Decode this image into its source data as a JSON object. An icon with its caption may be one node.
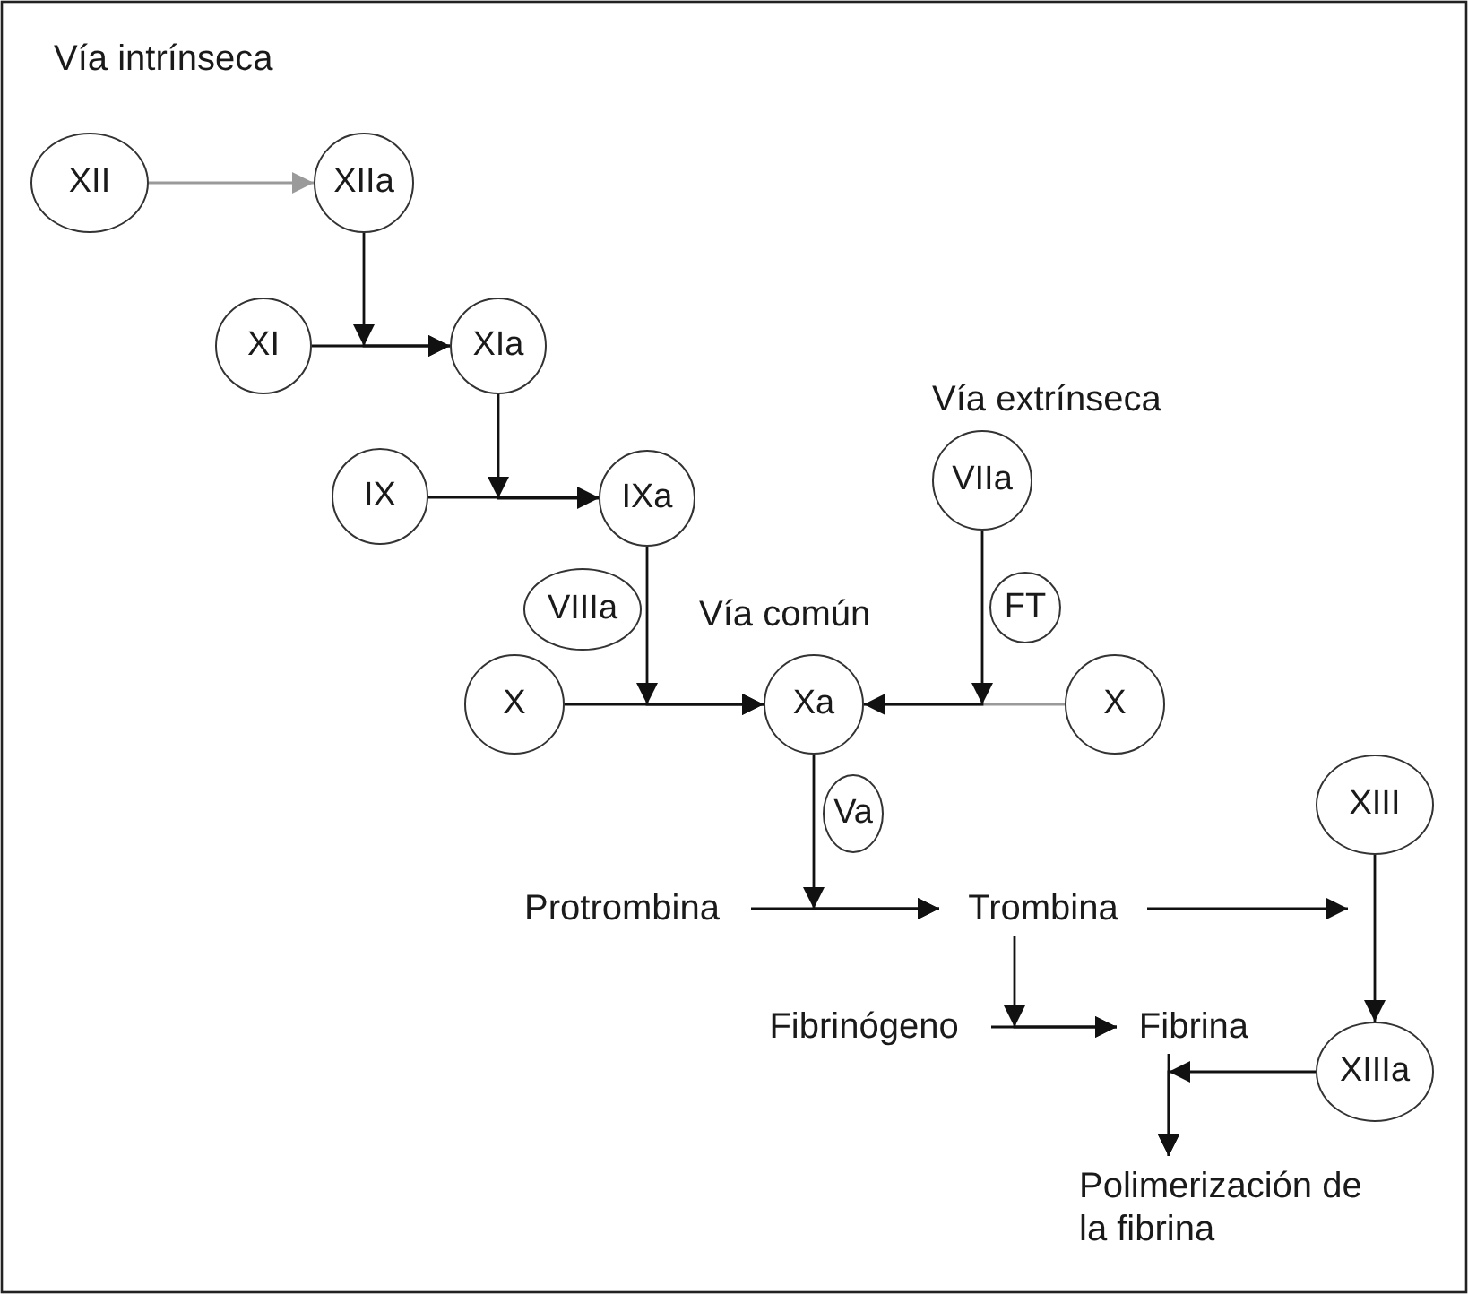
{
  "diagram": {
    "nodes": [
      {
        "text": [
          "XII"
        ]
      },
      {
        "text": [
          "XIIa"
        ]
      },
      {
        "text": [
          "XI"
        ]
      },
      {
        "text": [
          "XIa"
        ]
      },
      {
        "text": [
          "IX"
        ]
      },
      {
        "text": [
          "IXa"
        ]
      },
      {
        "text": [
          "VIIa"
        ]
      },
      {
        "text": [
          "VIIIa"
        ]
      },
      {
        "text": [
          "FT"
        ]
      },
      {
        "text": [
          "X"
        ]
      },
      {
        "text": [
          "Xa"
        ]
      },
      {
        "text": [
          "X"
        ]
      },
      {
        "text": [
          "Va"
        ]
      },
      {
        "text": [
          "Protrombina"
        ]
      },
      {
        "text": [
          "Trombina"
        ]
      },
      {
        "text": [
          "XIII"
        ]
      },
      {
        "text": [
          "Fibrinógeno"
        ]
      },
      {
        "text": [
          "Fibrina"
        ]
      },
      {
        "text": [
          "XIIIa"
        ]
      },
      {
        "text": [
          "Polimerización de la fibrina"
        ]
      }
    ],
    "edges": [
      {
        "from": 0,
        "to": 1,
        "arrow": "to",
        "color": "#9a9a9a"
      },
      {
        "from": 2,
        "to": 3,
        "arrow": "to"
      },
      {
        "from": 1,
        "to": 3,
        "arrow": "to"
      },
      {
        "from": 4,
        "to": 5,
        "arrow": "to"
      },
      {
        "from": 3,
        "to": 5,
        "arrow": "to"
      },
      {
        "from": 9,
        "to": 10,
        "arrow": "to"
      },
      {
        "from": 5,
        "to": 10,
        "arrow": "to"
      },
      {
        "from": 11,
        "to": 10,
        "arrow": "to",
        "color": "#9a9a9a"
      },
      {
        "from": 6,
        "to": 10,
        "arrow": "to"
      },
      {
        "from": 13,
        "to": 14,
        "arrow": "to"
      },
      {
        "from": 10,
        "to": 14,
        "arrow": "to"
      },
      {
        "from": 14,
        "to": null,
        "arrow": "to"
      },
      {
        "from": 15,
        "to": 18,
        "arrow": "to"
      },
      {
        "from": 16,
        "to": 17,
        "arrow": "to"
      },
      {
        "from": 14,
        "to": 17,
        "arrow": "to"
      },
      {
        "from": 17,
        "to": 19,
        "arrow": "to"
      },
      {
        "from": 18,
        "to": 19,
        "arrow": "to"
      }
    ],
    "labels": [
      "Vía intrínseca",
      "Vía extrínseca",
      "Vía común"
    ]
  }
}
